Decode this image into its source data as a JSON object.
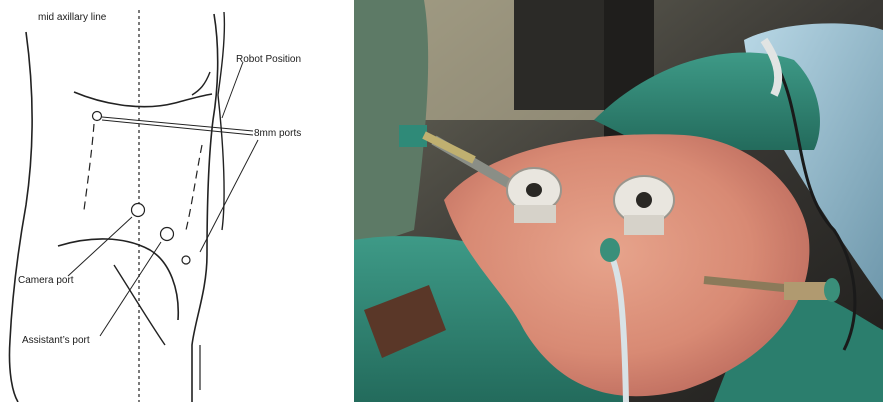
{
  "diagram": {
    "labels": {
      "mid_axillary_line": "mid axillary line",
      "robot_position": "Robot Position",
      "ports_8mm": "8mm ports",
      "camera_port": "Camera port",
      "assistant_port": "Assistant’s port"
    }
  },
  "photo": {
    "subject": "patient torso draped in green with robotic trocar ports placed in flank",
    "colors": {
      "drape_green": "#2f8a78",
      "skin": "#d88a74",
      "port_white": "#e9e6df",
      "background_dark": "#2a2824"
    }
  }
}
